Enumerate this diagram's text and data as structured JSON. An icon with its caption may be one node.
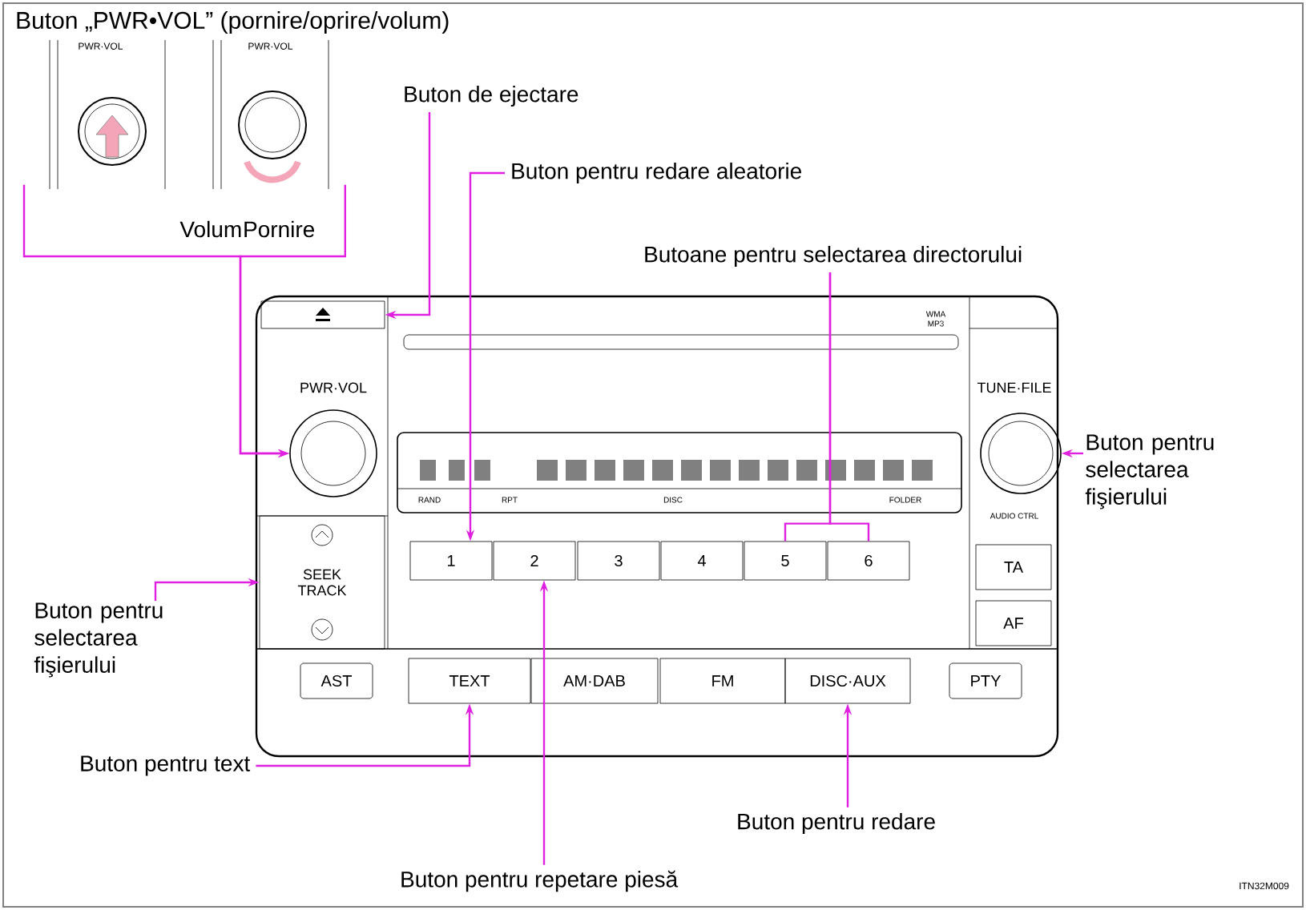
{
  "diagram": {
    "nodes": [
      {
        "text": [
          "PWR·VOL"
        ]
      },
      {
        "text": [
          "PWR·VOL"
        ]
      },
      {
        "text": [
          "Buton de ejectare"
        ]
      },
      {
        "text": [
          "Buton pentru redare aleatorie"
        ]
      },
      {
        "text": [
          "Butoane pentru selectarea directorului"
        ]
      },
      {
        "text": [],
        "shape": "box"
      },
      {
        "text": [],
        "shape": "circle"
      },
      {
        "text": [],
        "shape": "circle"
      },
      {
        "text": [
          "Buton pentru selectarea fişierului"
        ]
      },
      {
        "text": [
          "1"
        ]
      },
      {
        "text": [
          "2"
        ]
      },
      {
        "text": [
          "5"
        ]
      },
      {
        "text": [
          "6"
        ]
      },
      {
        "text": [
          "SEEK TRACK"
        ]
      },
      {
        "text": [
          "Buton pentru selectarea fişierului"
        ]
      },
      {
        "text": [
          "TEXT"
        ]
      },
      {
        "text": [
          "DISC·AUX"
        ]
      },
      {
        "text": [
          "Buton pentru text"
        ]
      },
      {
        "text": [
          "Buton pentru redare"
        ]
      },
      {
        "text": [
          "Buton pentru repetare piesă"
        ]
      },
      {
        "text": [
          "3"
        ]
      },
      {
        "text": [
          "4"
        ]
      },
      {
        "text": [
          "TA"
        ]
      },
      {
        "text": [
          "AF"
        ]
      },
      {
        "text": [
          "AST"
        ]
      },
      {
        "text": [
          "AM·DAB"
        ]
      },
      {
        "text": [
          "FM"
        ]
      },
      {
        "text": [
          "PTY"
        ]
      }
    ],
    "edges": [
      {
        "from": 0,
        "to": 6,
        "arrow": "to"
      },
      {
        "from": 1,
        "to": 6,
        "arrow": "to"
      },
      {
        "from": 2,
        "to": 5,
        "arrow": "to"
      },
      {
        "from": 3,
        "to": 9,
        "arrow": "to"
      },
      {
        "from": 4,
        "to": 11,
        "arrow": "none"
      },
      {
        "from": 4,
        "to": 12,
        "arrow": "none"
      },
      {
        "from": 8,
        "to": 7,
        "arrow": "to"
      },
      {
        "from": 14,
        "to": 13,
        "arrow": "to"
      },
      {
        "from": 17,
        "to": 15,
        "arrow": "to"
      },
      {
        "from": 18,
        "to": 16,
        "arrow": "to"
      },
      {
        "from": 19,
        "to": 10,
        "arrow": "to"
      }
    ],
    "labels": [
      "Buton „PWR•VOL” (pornire/oprire/volum)",
      "Volum",
      "Pornire",
      "PWR·VOL",
      "WMA MP3",
      "TUNE·FILE",
      "AUDIO CTRL",
      "RAND",
      "RPT",
      "DISC",
      "FOLDER",
      "ITN32M009"
    ]
  }
}
